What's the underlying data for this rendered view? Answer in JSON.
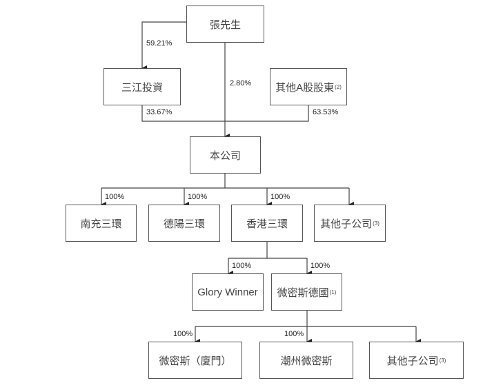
{
  "nodes": {
    "mr_zhang": {
      "label": "張先生"
    },
    "sanjiang": {
      "label": "三江投資"
    },
    "other_a": {
      "label": "其他A股股東",
      "note": "(2)"
    },
    "company": {
      "label": "本公司"
    },
    "nanchong": {
      "label": "南充三環"
    },
    "deyang": {
      "label": "德陽三環"
    },
    "hongkong": {
      "label": "香港三環"
    },
    "other_sub1": {
      "label": "其他子公司",
      "note": "(3)"
    },
    "glory": {
      "label": "Glory Winner"
    },
    "germany": {
      "label": "微密斯德國",
      "note": "(1)"
    },
    "xiamen": {
      "label": "微密斯（廈門）"
    },
    "chaozhou": {
      "label": "潮州微密斯"
    },
    "other_sub2": {
      "label": "其他子公司",
      "note": "(3)"
    }
  },
  "edges": {
    "zhang_sanjiang": "59.21%",
    "zhang_company": "2.80%",
    "sanjiang_company": "33.67%",
    "other_company": "63.53%",
    "company_nanchong": "100%",
    "company_deyang": "100%",
    "company_hongkong": "100%",
    "hk_glory": "100%",
    "hk_germany": "100%",
    "germany_xiamen": "100%",
    "germany_chaozhou": "100%"
  }
}
